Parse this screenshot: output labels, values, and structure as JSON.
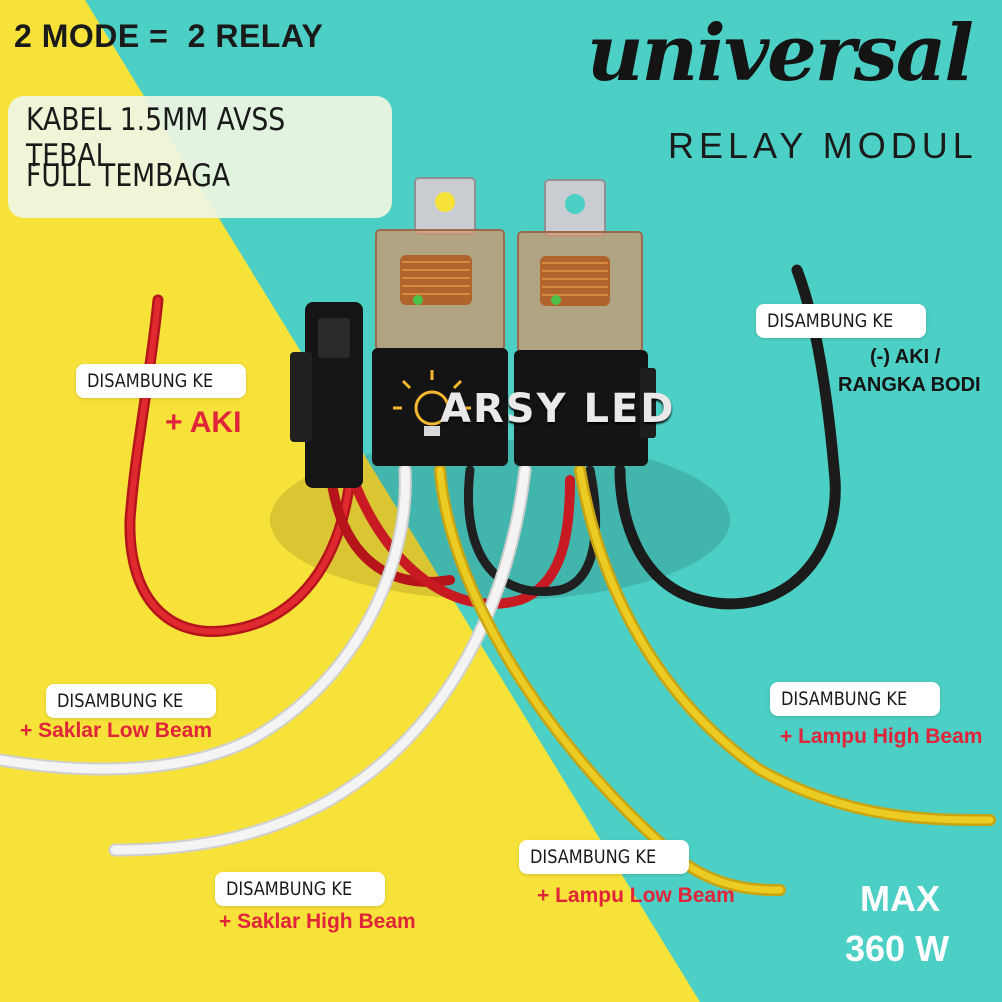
{
  "headline": {
    "mode": "2 MODE",
    "eq": "=",
    "relay": "2 RELAY"
  },
  "cable_info": {
    "line1": "KABEL 1.5MM AVSS TEBAL",
    "line2": "FULL TEMBAGA"
  },
  "title": {
    "script": "universal",
    "sub": "RELAY MODUL"
  },
  "brand": {
    "name": "ARSY LED",
    "logo_icon": "sun-bulb-icon"
  },
  "labels": {
    "aki_plus": {
      "tag": "DISAMBUNG KE",
      "target": "+ AKI"
    },
    "aki_minus": {
      "tag": "DISAMBUNG KE",
      "target_line1": "(-) AKI /",
      "target_line2": "RANGKA BODI"
    },
    "saklar_low": {
      "tag": "DISAMBUNG KE",
      "target": "+ Saklar Low Beam"
    },
    "lampu_high": {
      "tag": "DISAMBUNG KE",
      "target": "+ Lampu High Beam"
    },
    "saklar_high": {
      "tag": "DISAMBUNG KE",
      "target": "+ Saklar High Beam"
    },
    "lampu_low": {
      "tag": "DISAMBUNG KE",
      "target": "+ Lampu Low Beam"
    }
  },
  "power": {
    "max": "MAX",
    "watt": "360 W"
  },
  "colors": {
    "yellow_bg": "#f7e23a",
    "teal_bg": "#4ccfc4",
    "red_text": "#e0243a",
    "wire_red": "#d81f26",
    "wire_white": "#f2f2f2",
    "wire_yellow": "#e6c11a",
    "wire_black": "#1b1b1b"
  }
}
